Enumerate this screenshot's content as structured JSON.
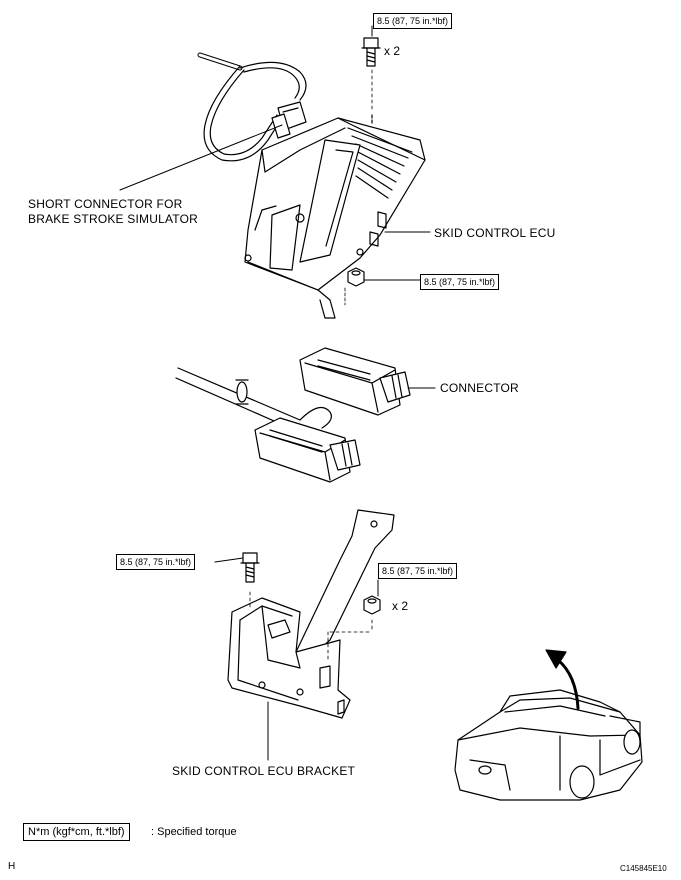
{
  "labels": {
    "short_connector_line1": "SHORT CONNECTOR FOR",
    "short_connector_line2": "BRAKE STROKE SIMULATOR",
    "skid_control_ecu": "SKID CONTROL ECU",
    "connector": "CONNECTOR",
    "skid_control_ecu_bracket": "SKID CONTROL ECU BRACKET"
  },
  "torque": {
    "top_bolt": "8.5 (87, 75 in.*lbf)",
    "ecu_nut": "8.5 (87, 75 in.*lbf)",
    "bracket_bolt": "8.5 (87, 75 in.*lbf)",
    "bracket_nut": "8.5 (87, 75 in.*lbf)"
  },
  "quantities": {
    "top_bolt": "x 2",
    "bracket_nut": "x 2"
  },
  "legend": {
    "box": "N*m (kgf*cm, ft.*lbf)",
    "text": ": Specified torque"
  },
  "footer": {
    "left": "H",
    "right": "C145845E10"
  },
  "icons": [
    "bolt-icon",
    "nut-icon",
    "vehicle-arrow-icon"
  ]
}
